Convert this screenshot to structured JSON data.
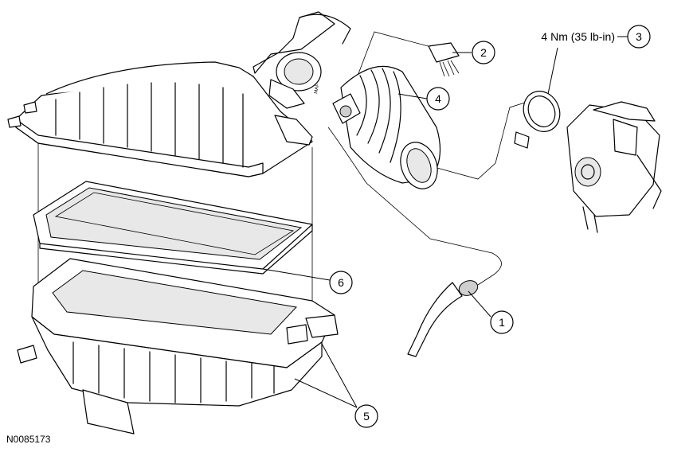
{
  "callouts": [
    {
      "id": "1",
      "label": "1"
    },
    {
      "id": "2",
      "label": "2"
    },
    {
      "id": "3",
      "label": "3"
    },
    {
      "id": "4",
      "label": "4"
    },
    {
      "id": "5",
      "label": "5"
    },
    {
      "id": "6",
      "label": "6"
    }
  ],
  "torque_spec": "4 Nm (35 lb-in)",
  "reference_number": "N0085173",
  "sensor_marking": "MAF"
}
